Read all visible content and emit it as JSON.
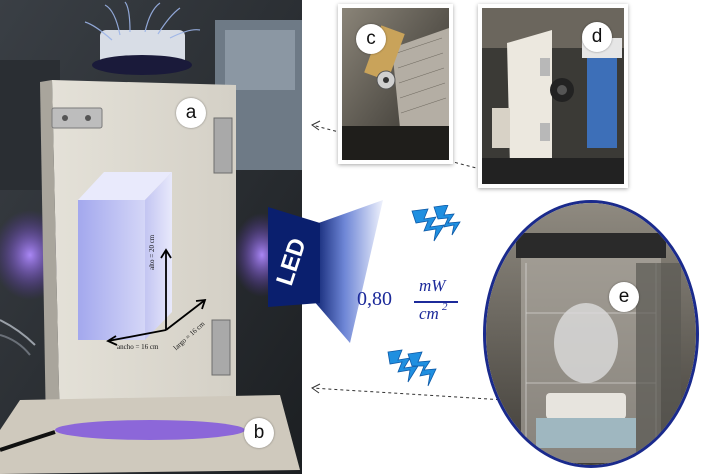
{
  "panels": {
    "a": "a",
    "b": "b",
    "c": "c",
    "d": "d",
    "e": "e"
  },
  "led_label": "LED",
  "irradiance": {
    "value": "0,80",
    "numerator": "mW",
    "denominator": "cm",
    "exponent": "2"
  },
  "box_dims": {
    "alto": "alto = 20 cm",
    "ancho": "ancho = 16 cm",
    "largo": "largo = 16 cm"
  },
  "colors": {
    "led_blue": "#0a1f6e",
    "bolt_blue": "#1f8fe0",
    "ellipse_border": "#1a2a8c",
    "box_face": "#b7bcf0"
  }
}
